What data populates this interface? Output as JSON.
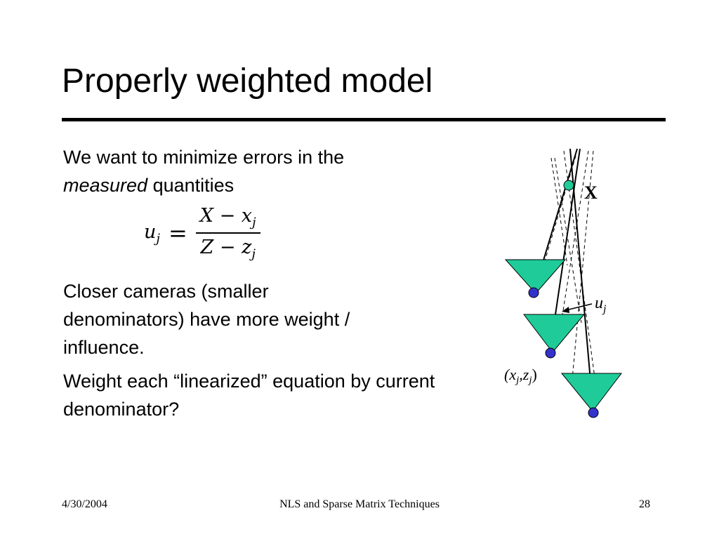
{
  "slide": {
    "title": "Properly weighted model",
    "bullets": {
      "p1_line1": "We want to minimize errors in the",
      "p1_italic": "measured",
      "p1_rest": " quantities",
      "p2": "Closer cameras (smaller denominators) have more weight / influence.",
      "p3": "Weight each “linearized” equation by current denominator?"
    },
    "equation": {
      "lhs": "u",
      "lhs_sub": "j",
      "equals": "=",
      "numerator": "X − x",
      "numerator_sub": "j",
      "denominator": "Z − z",
      "denominator_sub": "j"
    },
    "diagram": {
      "point_label": "X",
      "u_label": "u",
      "u_sub": "j",
      "coord_open": "(x",
      "coord_sub1": "j",
      "coord_mid": ",z",
      "coord_sub2": "j",
      "coord_close": ")",
      "camera_color": "#1fcc99",
      "center_color": "#3333cc",
      "point_color": "#1fcc99"
    }
  },
  "footer": {
    "date": "4/30/2004",
    "center": "NLS and Sparse Matrix Techniques",
    "page": "28"
  }
}
